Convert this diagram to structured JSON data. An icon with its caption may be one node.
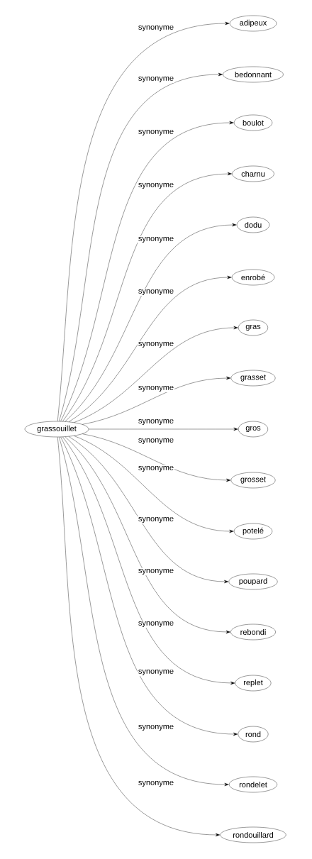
{
  "diagram": {
    "nodes": [
      {
        "text": [
          "grassouillet"
        ]
      },
      {
        "text": [
          "adipeux"
        ]
      },
      {
        "text": [
          "bedonnant"
        ]
      },
      {
        "text": [
          "boulot"
        ]
      },
      {
        "text": [
          "charnu"
        ]
      },
      {
        "text": [
          "dodu"
        ]
      },
      {
        "text": [
          "enrobé"
        ]
      },
      {
        "text": [
          "gras"
        ]
      },
      {
        "text": [
          "grasset"
        ]
      },
      {
        "text": [
          "gros"
        ]
      },
      {
        "text": [
          "grosset"
        ]
      },
      {
        "text": [
          "potelé"
        ]
      },
      {
        "text": [
          "poupard"
        ]
      },
      {
        "text": [
          "rebondi"
        ]
      },
      {
        "text": [
          "replet"
        ]
      },
      {
        "text": [
          "rond"
        ]
      },
      {
        "text": [
          "rondelet"
        ]
      },
      {
        "text": [
          "rondouillard"
        ]
      }
    ],
    "edges": [
      {
        "from": 0,
        "to": 1,
        "arrow": "to",
        "label": "synonyme"
      },
      {
        "from": 0,
        "to": 2,
        "arrow": "to",
        "label": "synonyme"
      },
      {
        "from": 0,
        "to": 3,
        "arrow": "to",
        "label": "synonyme"
      },
      {
        "from": 0,
        "to": 4,
        "arrow": "to",
        "label": "synonyme"
      },
      {
        "from": 0,
        "to": 5,
        "arrow": "to",
        "label": "synonyme"
      },
      {
        "from": 0,
        "to": 6,
        "arrow": "to",
        "label": "synonyme"
      },
      {
        "from": 0,
        "to": 7,
        "arrow": "to",
        "label": "synonyme"
      },
      {
        "from": 0,
        "to": 8,
        "arrow": "to",
        "label": "synonyme"
      },
      {
        "from": 0,
        "to": 9,
        "arrow": "to",
        "label": "synonyme"
      },
      {
        "from": 0,
        "to": 10,
        "arrow": "to",
        "label": "synonyme"
      },
      {
        "from": 0,
        "to": 11,
        "arrow": "to",
        "label": "synonyme"
      },
      {
        "from": 0,
        "to": 12,
        "arrow": "to",
        "label": "synonyme"
      },
      {
        "from": 0,
        "to": 13,
        "arrow": "to",
        "label": "synonyme"
      },
      {
        "from": 0,
        "to": 14,
        "arrow": "to",
        "label": "synonyme"
      },
      {
        "from": 0,
        "to": 15,
        "arrow": "to",
        "label": "synonyme"
      },
      {
        "from": 0,
        "to": 16,
        "arrow": "to",
        "label": "synonyme"
      },
      {
        "from": 0,
        "to": 17,
        "arrow": "to",
        "label": "synonyme"
      }
    ]
  }
}
